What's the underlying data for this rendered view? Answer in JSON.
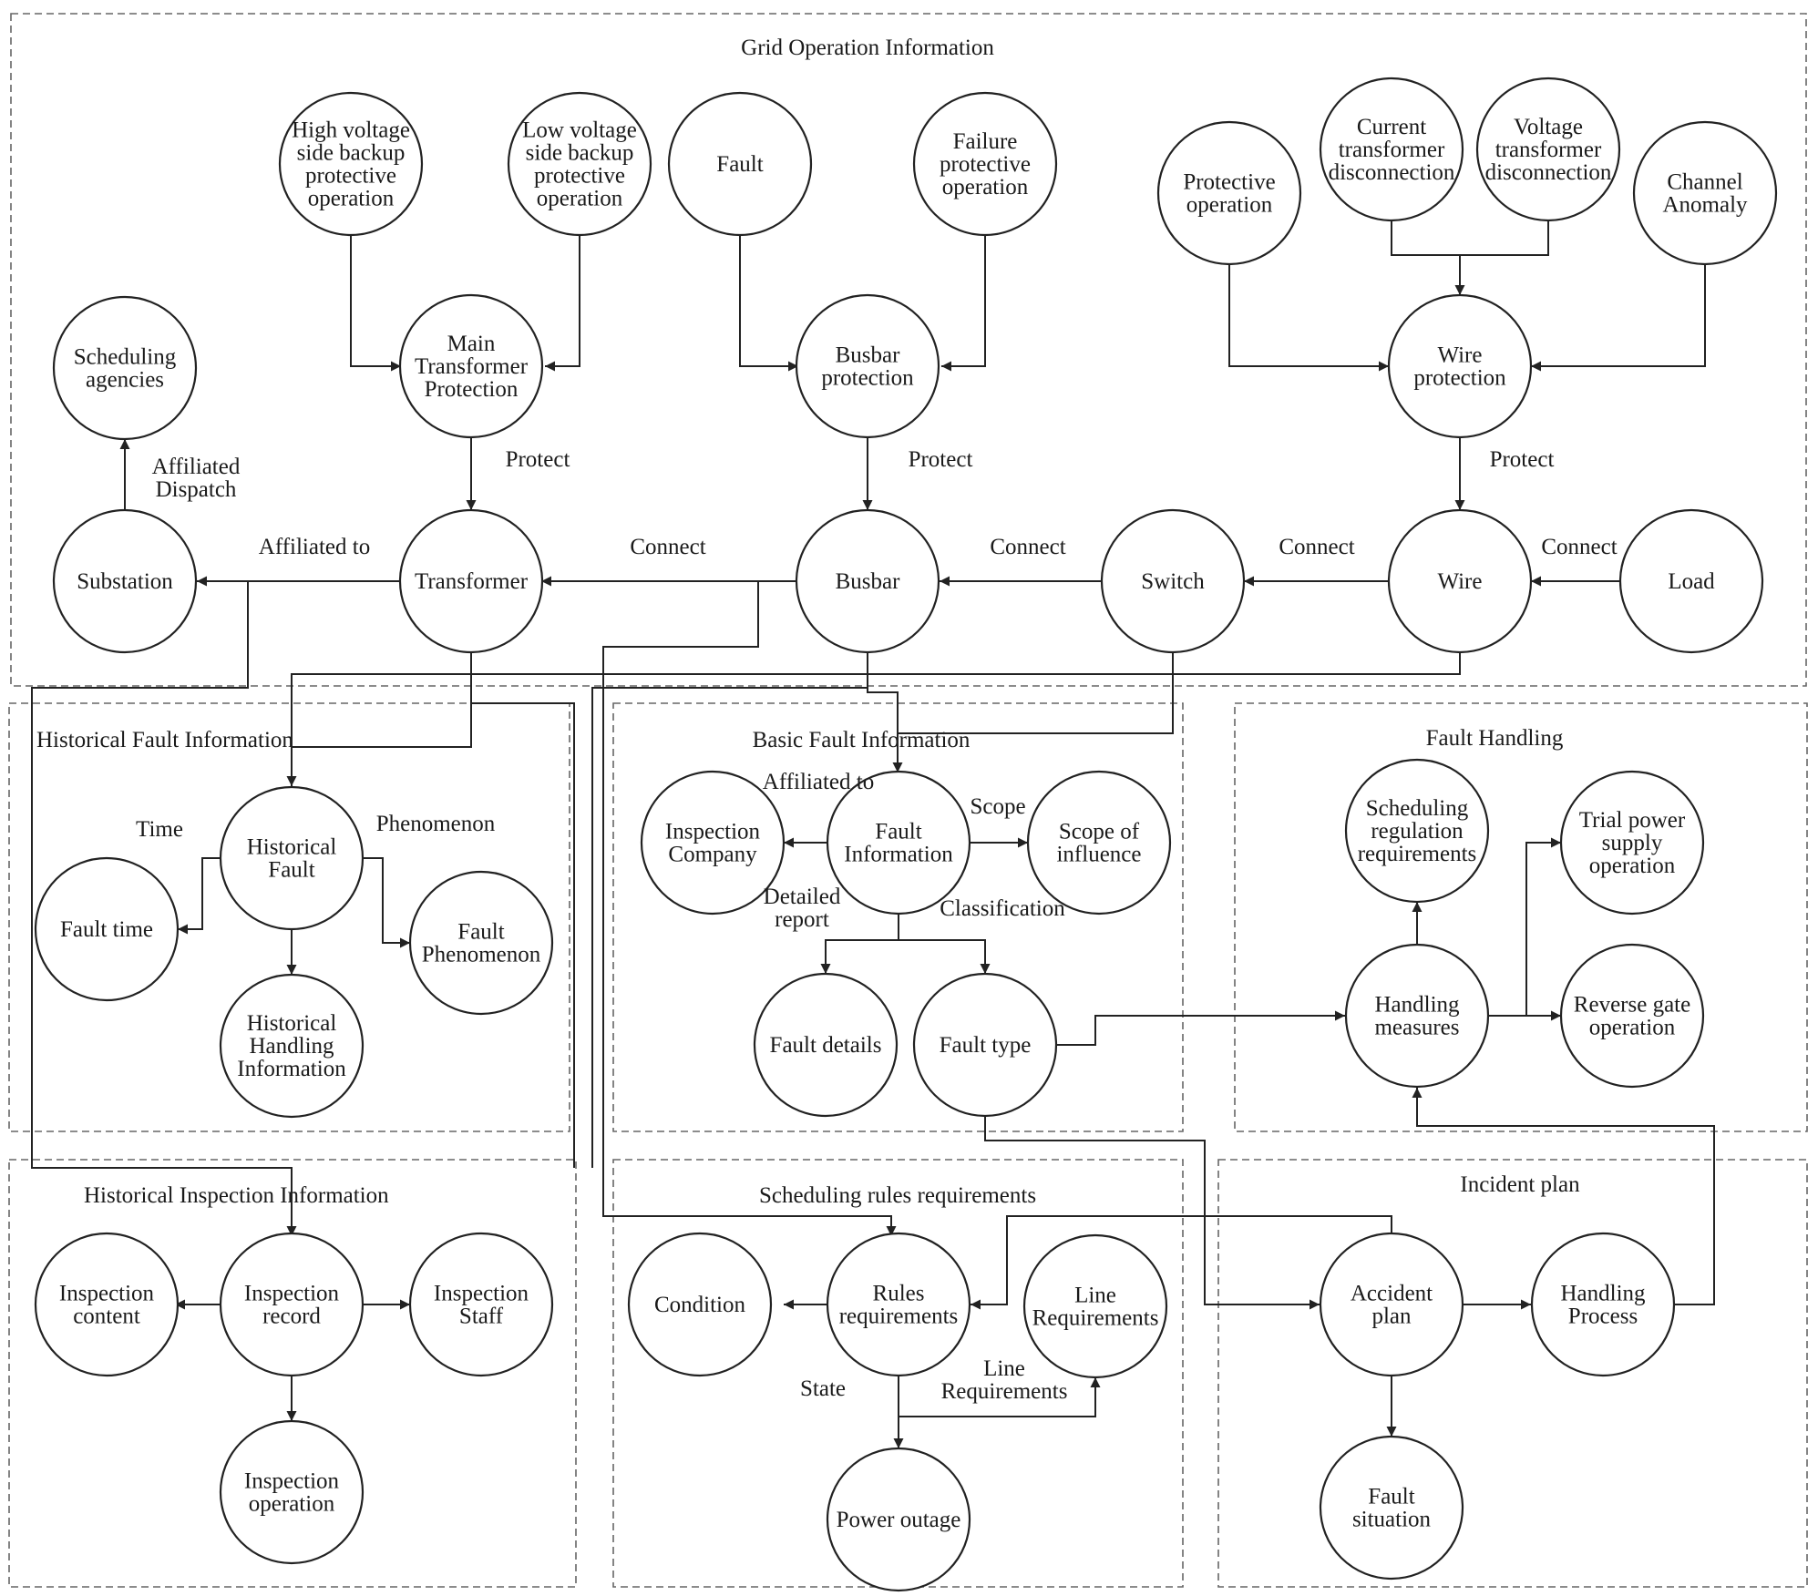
{
  "regions": {
    "grid": "Grid Operation Information",
    "hist_fault": "Historical Fault Information",
    "basic_fault": "Basic Fault Information",
    "fault_handling": "Fault Handling",
    "hist_inspection": "Historical Inspection Information",
    "scheduling": "Scheduling rules requirements",
    "incident": "Incident plan"
  },
  "nodes": {
    "hv_backup": [
      "High voltage",
      "side backup",
      "protective",
      "operation"
    ],
    "lv_backup": [
      "Low voltage",
      "side backup",
      "protective",
      "operation"
    ],
    "fault": [
      "Fault"
    ],
    "failure_protective": [
      "Failure",
      "protective",
      "operation"
    ],
    "protective_operation": [
      "Protective",
      "operation"
    ],
    "ct_disconnection": [
      "Current",
      "transformer",
      "disconnection"
    ],
    "vt_disconnection": [
      "Voltage",
      "transformer",
      "disconnection"
    ],
    "channel_anomaly": [
      "Channel",
      "Anomaly"
    ],
    "scheduling_agencies": [
      "Scheduling",
      "agencies"
    ],
    "main_transformer_protection": [
      "Main",
      "Transformer",
      "Protection"
    ],
    "busbar_protection": [
      "Busbar",
      "protection"
    ],
    "wire_protection": [
      "Wire",
      "protection"
    ],
    "substation": [
      "Substation"
    ],
    "transformer": [
      "Transformer"
    ],
    "busbar": [
      "Busbar"
    ],
    "switch": [
      "Switch"
    ],
    "wire": [
      "Wire"
    ],
    "load": [
      "Load"
    ],
    "historical_fault": [
      "Historical",
      "Fault"
    ],
    "fault_time": [
      "Fault time"
    ],
    "fault_phenomenon": [
      "Fault",
      "Phenomenon"
    ],
    "historical_handling": [
      "Historical",
      "Handling",
      "Information"
    ],
    "inspection_company": [
      "Inspection",
      "Company"
    ],
    "fault_information": [
      "Fault",
      "Information"
    ],
    "scope_of_influence": [
      "Scope of",
      "influence"
    ],
    "fault_details": [
      "Fault details"
    ],
    "fault_type": [
      "Fault type"
    ],
    "scheduling_regulation": [
      "Scheduling",
      "regulation",
      "requirements"
    ],
    "trial_power": [
      "Trial power",
      "supply",
      "operation"
    ],
    "handling_measures": [
      "Handling",
      "measures"
    ],
    "reverse_gate": [
      "Reverse gate",
      "operation"
    ],
    "inspection_content": [
      "Inspection",
      "content"
    ],
    "inspection_record": [
      "Inspection",
      "record"
    ],
    "inspection_staff": [
      "Inspection",
      "Staff"
    ],
    "inspection_operation": [
      "Inspection",
      "operation"
    ],
    "condition": [
      "Condition"
    ],
    "rules_requirements": [
      "Rules",
      "requirements"
    ],
    "line_requirements": [
      "Line",
      "Requirements"
    ],
    "power_outage": [
      "Power outage"
    ],
    "accident_plan": [
      "Accident",
      "plan"
    ],
    "handling_process": [
      "Handling",
      "Process"
    ],
    "fault_situation": [
      "Fault",
      "situation"
    ]
  },
  "edge_labels": {
    "affiliated_dispatch": [
      "Affiliated",
      "Dispatch"
    ],
    "affiliated_to_top": [
      "Affiliated to"
    ],
    "protect_1": [
      "Protect"
    ],
    "protect_2": [
      "Protect"
    ],
    "protect_3": [
      "Protect"
    ],
    "connect_1": [
      "Connect"
    ],
    "connect_2": [
      "Connect"
    ],
    "connect_3": [
      "Connect"
    ],
    "connect_4": [
      "Connect"
    ],
    "time": [
      "Time"
    ],
    "phenomenon": [
      "Phenomenon"
    ],
    "affiliated_to_mid": [
      "Affiliated to"
    ],
    "scope": [
      "Scope"
    ],
    "detailed_report": [
      "Detailed",
      "report"
    ],
    "classification": [
      "Classification"
    ],
    "state": [
      "State"
    ],
    "line_requirements_label": [
      "Line",
      "Requirements"
    ]
  }
}
